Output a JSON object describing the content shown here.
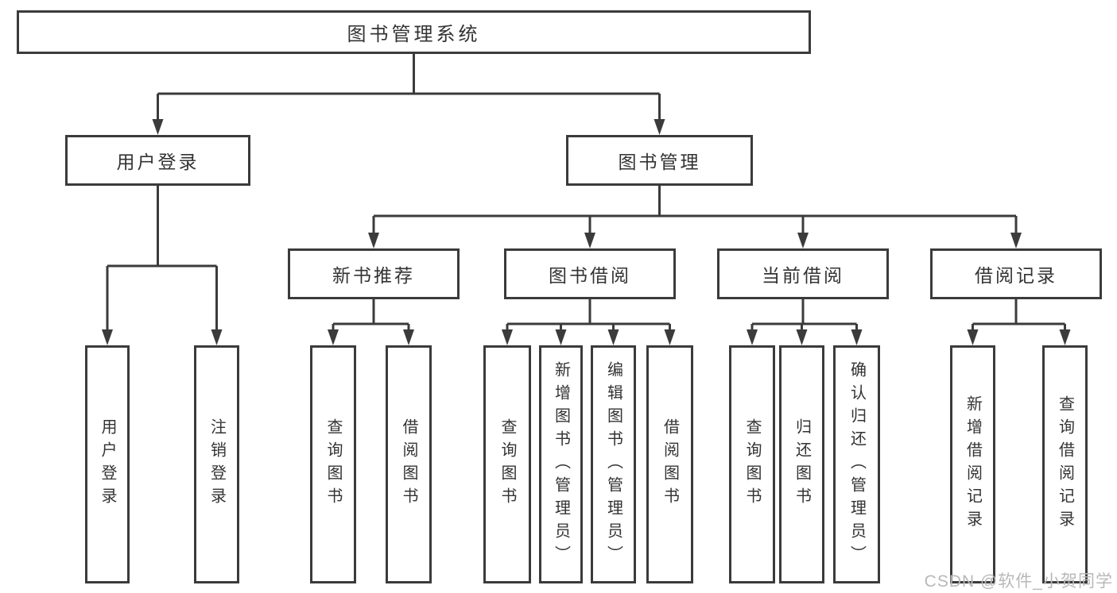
{
  "diagram": {
    "type": "hierarchy-tree",
    "watermark": "CSDN @软件_小贺同学",
    "colors": {
      "line": "#3b3b3b",
      "box_border": "#3b3b3b",
      "text": "#333333",
      "background": "#ffffff",
      "watermark": "#b8b8b8"
    },
    "tree": {
      "label": "图书管理系统",
      "children": [
        {
          "label": "用户登录",
          "children": [
            {
              "label": "用户登录"
            },
            {
              "label": "注销登录"
            }
          ]
        },
        {
          "label": "图书管理",
          "children": [
            {
              "label": "新书推荐",
              "children": [
                {
                  "label": "查询图书"
                },
                {
                  "label": "借阅图书"
                }
              ]
            },
            {
              "label": "图书借阅",
              "children": [
                {
                  "label": "查询图书"
                },
                {
                  "label": "新增图书（管理员）"
                },
                {
                  "label": "编辑图书（管理员）"
                },
                {
                  "label": "借阅图书"
                }
              ]
            },
            {
              "label": "当前借阅",
              "children": [
                {
                  "label": "查询图书"
                },
                {
                  "label": "归还图书"
                },
                {
                  "label": "确认归还（管理员）"
                }
              ]
            },
            {
              "label": "借阅记录",
              "children": [
                {
                  "label": "新增借阅记录"
                },
                {
                  "label": "查询借阅记录"
                }
              ]
            }
          ]
        }
      ]
    }
  }
}
